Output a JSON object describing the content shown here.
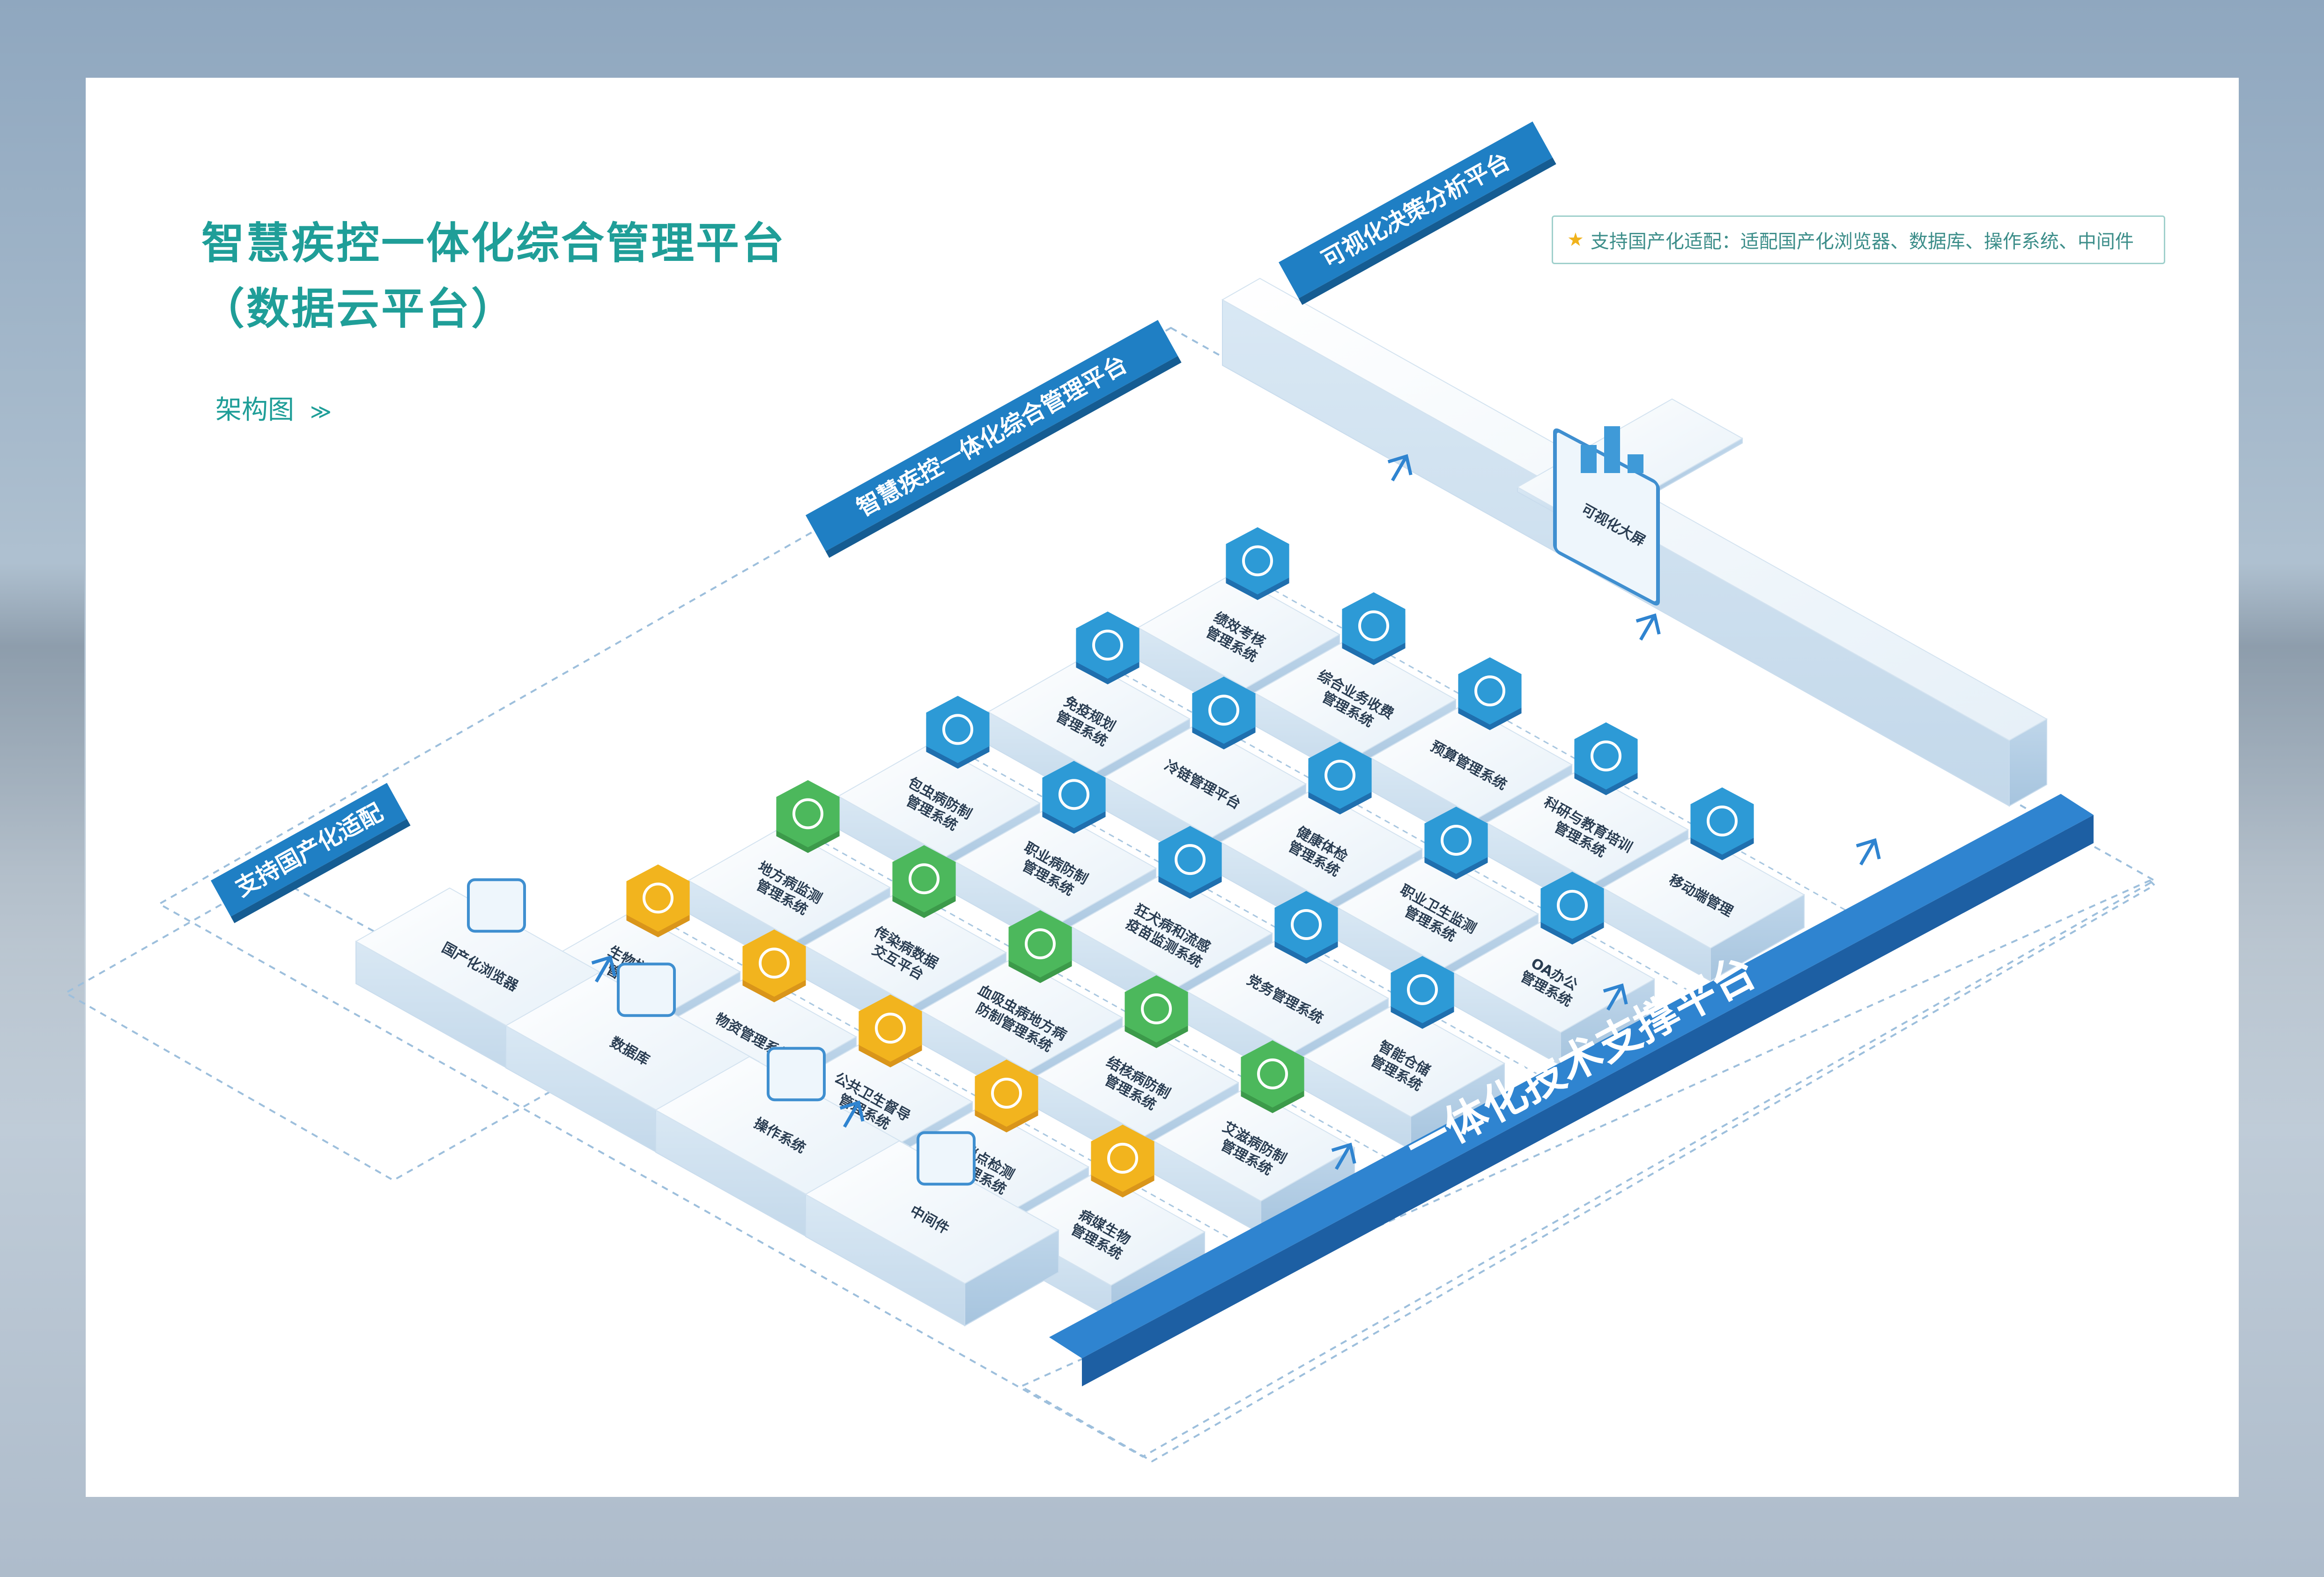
{
  "title": {
    "line1": "智慧疾控一体化综合管理平台",
    "line2": "（数据云平台）"
  },
  "nav": {
    "label": "架构图",
    "arrow": "≫"
  },
  "note": {
    "text": "支持国产化适配：适配国产化浏览器、数据库、操作系统、中间件"
  },
  "flags": {
    "analysis": "可视化决策分析平台",
    "integrated": "智慧疾控一体化综合管理平台",
    "domestic": "支持国产化适配"
  },
  "support_platform": "一体化技术支撑平台",
  "analysis_item": "可视化大屏",
  "domestic_items": [
    "国产化浏览器",
    "数据库",
    "操作系统",
    "中间件"
  ],
  "rows": [
    {
      "color": "yellow",
      "items": [
        [
          "生物样本库",
          "管理系统"
        ],
        [
          "物资管理系统"
        ],
        [
          "公共卫生督导",
          "管理系统"
        ],
        [
          "哨点检测",
          "管理系统"
        ],
        [
          "病媒生物",
          "管理系统"
        ]
      ]
    },
    {
      "color": "green",
      "items": [
        [
          "地方病监测",
          "管理系统"
        ],
        [
          "传染病数据",
          "交互平台"
        ],
        [
          "血吸虫病地方病",
          "防制管理系统"
        ],
        [
          "结核病防制",
          "管理系统"
        ],
        [
          "艾滋病防制",
          "管理系统"
        ]
      ]
    },
    {
      "color": "blue",
      "items": [
        [
          "包虫病防制",
          "管理系统"
        ],
        [
          "职业病防制",
          "管理系统"
        ],
        [
          "狂犬病和流感",
          "疫苗监测系统"
        ],
        [
          "党务管理系统"
        ],
        [
          "智能仓储",
          "管理系统"
        ]
      ]
    },
    {
      "color": "blue",
      "items": [
        [
          "免疫规划",
          "管理系统"
        ],
        [
          "冷链管理平台"
        ],
        [
          "健康体检",
          "管理系统"
        ],
        [
          "职业卫生监测",
          "管理系统"
        ],
        [
          "OA办公",
          "管理系统"
        ]
      ]
    },
    {
      "color": "blue",
      "items": [
        [
          "绩效考核",
          "管理系统"
        ],
        [
          "综合业务收费",
          "管理系统"
        ],
        [
          "预算管理系统"
        ],
        [
          "科研与教育培训",
          "管理系统"
        ],
        [
          "移动端管理"
        ]
      ]
    }
  ],
  "colors": {
    "accent": "#1f9e98",
    "blue": "#1f7fc4",
    "yellow": "#f2b41e",
    "green": "#4cb85c",
    "platform": "#2c7cc6"
  }
}
